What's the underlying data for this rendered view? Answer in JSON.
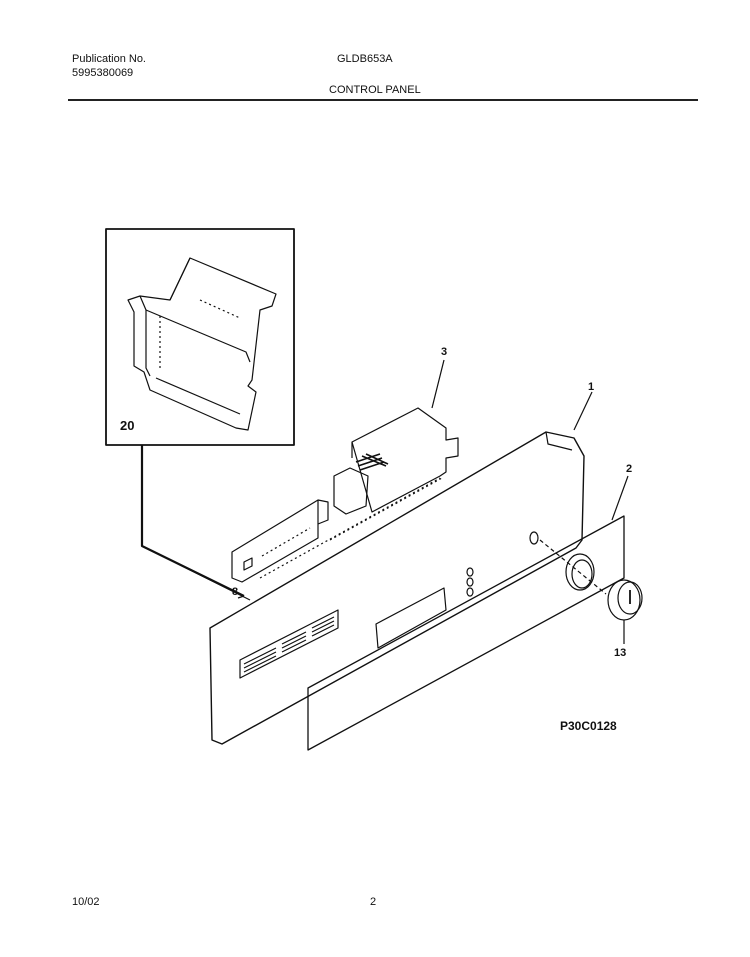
{
  "header": {
    "publication_label": "Publication No.",
    "publication_number": "5995380069",
    "model": "GLDB653A",
    "section_title": "CONTROL PANEL"
  },
  "diagram": {
    "callouts": [
      "1",
      "2",
      "3",
      "8",
      "13",
      "20"
    ],
    "figure_id": "P30C0128"
  },
  "footer": {
    "date": "10/02",
    "page": "2"
  }
}
